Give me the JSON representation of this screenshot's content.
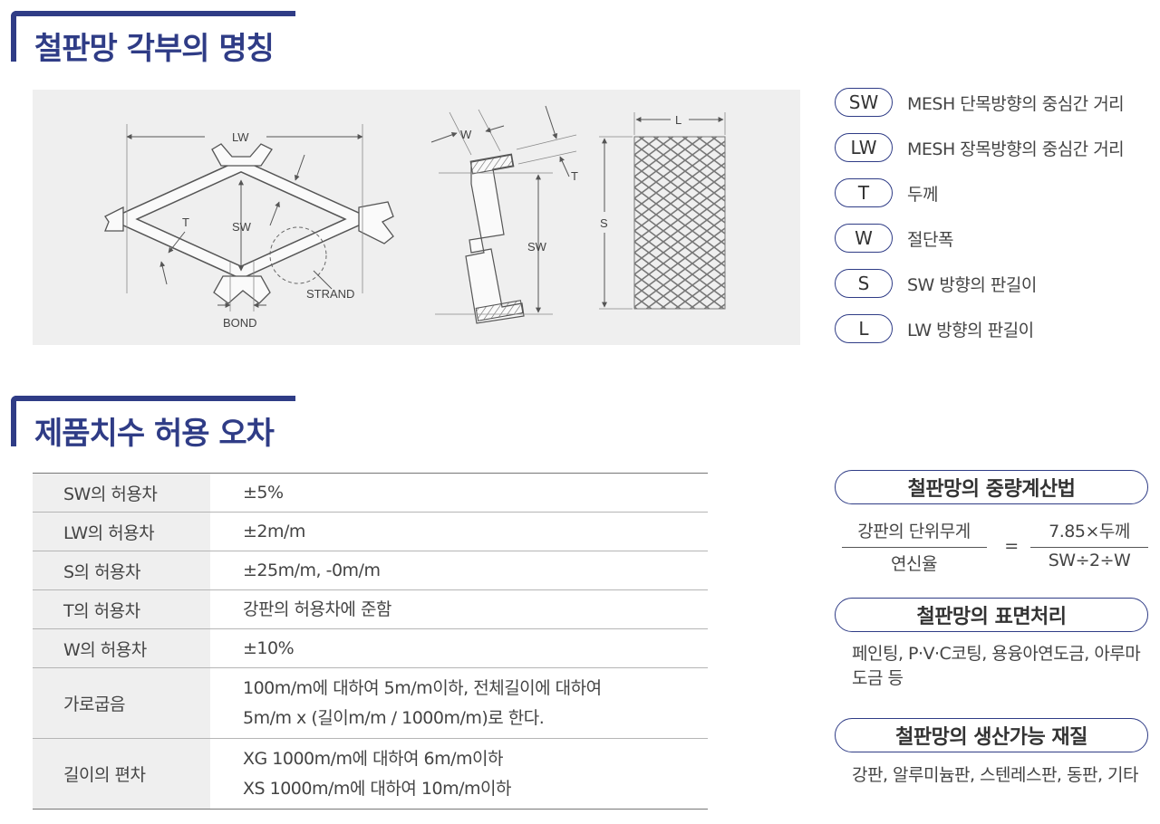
{
  "sections": {
    "names": {
      "title": "철판망 각부의 명칭"
    },
    "tolerance": {
      "title": "제품치수 허용 오차"
    }
  },
  "diagram": {
    "labels": {
      "lw": "LW",
      "t": "T",
      "sw": "SW",
      "strand": "STRAND",
      "bond": "BOND",
      "w": "W",
      "t2": "T",
      "sw2": "SW",
      "l": "L",
      "s": "S"
    }
  },
  "legend": [
    {
      "code": "SW",
      "desc": "MESH 단목방향의 중심간 거리"
    },
    {
      "code": "LW",
      "desc": "MESH 장목방향의 중심간 거리"
    },
    {
      "code": "T",
      "desc": "두께"
    },
    {
      "code": "W",
      "desc": "절단폭"
    },
    {
      "code": "S",
      "desc": "SW 방향의 판길이"
    },
    {
      "code": "L",
      "desc": "LW 방향의 판길이"
    }
  ],
  "tolerance_table": [
    {
      "key": "SW의 허용차",
      "lines": [
        "±5%"
      ]
    },
    {
      "key": "LW의 허용차",
      "lines": [
        "±2m/m"
      ]
    },
    {
      "key": "S의 허용차",
      "lines": [
        "±25m/m, -0m/m"
      ]
    },
    {
      "key": "T의 허용차",
      "lines": [
        "강판의 허용차에 준함"
      ]
    },
    {
      "key": "W의 허용차",
      "lines": [
        "±10%"
      ]
    },
    {
      "key": "가로굽음",
      "lines": [
        "100m/m에 대하여 5m/m이하, 전체길이에 대하여",
        "5m/m x (길이m/m / 1000m/m)로 한다."
      ]
    },
    {
      "key": "길이의 편차",
      "lines": [
        "XG 1000m/m에 대하여 6m/m이하",
        "XS 1000m/m에 대하여 10m/m이하"
      ]
    }
  ],
  "weight": {
    "title": "철판망의 중량계산법",
    "left_numerator": "강판의 단위무게",
    "left_denominator": "연신율",
    "equals": "=",
    "right_numerator": "7.85×두께",
    "right_denominator": "SW÷2÷W"
  },
  "surface": {
    "title": "철판망의 표면처리",
    "text": "페인팅, P·V·C코팅, 용융아연도금, 아루마도금 등"
  },
  "material": {
    "title": "철판망의 생산가능 재질",
    "text": "강판, 알루미늄판, 스텐레스판, 동판, 기타"
  }
}
